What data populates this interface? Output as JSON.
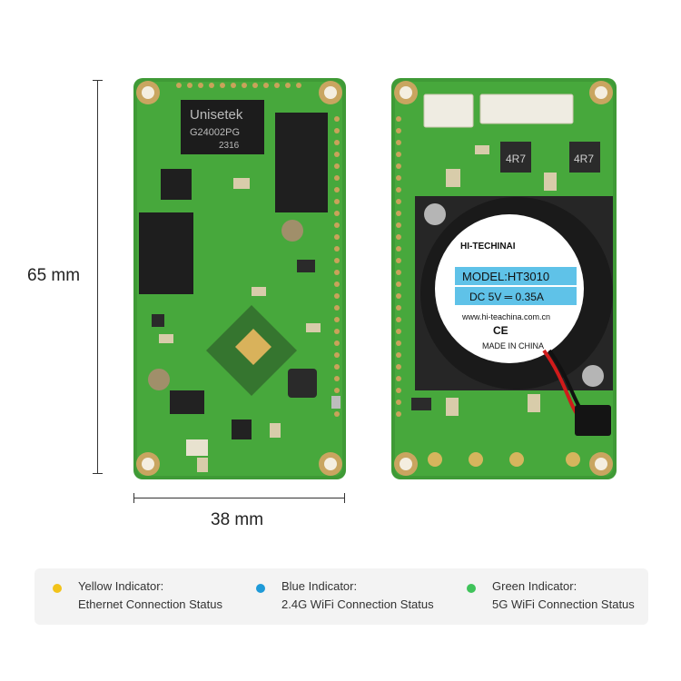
{
  "dimensions": {
    "height_label": "65 mm",
    "width_label": "38 mm"
  },
  "left_board": {
    "chip1_brand": "Unisetek",
    "chip1_model": "G24002PG",
    "chip1_code": "2316"
  },
  "right_board": {
    "fan_brand": "HI-TECHINAI",
    "fan_model": "MODEL:HT3010",
    "fan_rating": "DC   5V ═ 0.35A",
    "fan_url": "www.hi-teachina.com.cn",
    "fan_origin": "MADE IN CHINA",
    "inductor_left": "4R7",
    "inductor_right": "4R7"
  },
  "legend": [
    {
      "title": "Yellow Indicator:",
      "desc": "Ethernet Connection Status",
      "color": "#f2c31a"
    },
    {
      "title": "Blue Indicator:",
      "desc": "2.4G WiFi Connection Status",
      "color": "#1e9ad8"
    },
    {
      "title": "Green Indicator:",
      "desc": "5G WiFi Connection Status",
      "color": "#3fc35a"
    }
  ]
}
